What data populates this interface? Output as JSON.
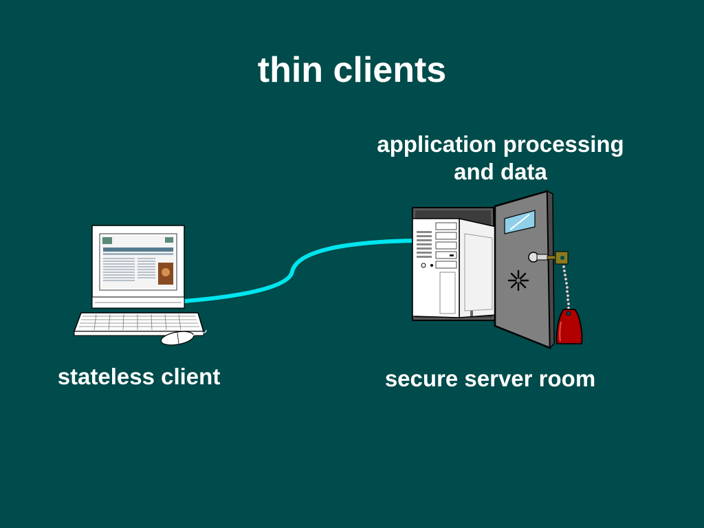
{
  "slide": {
    "title": "thin clients",
    "server_caption_line1": "application processing",
    "server_caption_line2": "and data",
    "client_label": "stateless client",
    "server_label": "secure server room"
  },
  "colors": {
    "background": "#004b4b",
    "text": "#ffffff",
    "connection_line": "#00e5ee",
    "door": "#808080",
    "key_tag": "#b00000"
  },
  "icons": {
    "client": "desktop-computer-icon",
    "server": "server-in-open-safe-icon",
    "link": "network-cable-icon"
  }
}
